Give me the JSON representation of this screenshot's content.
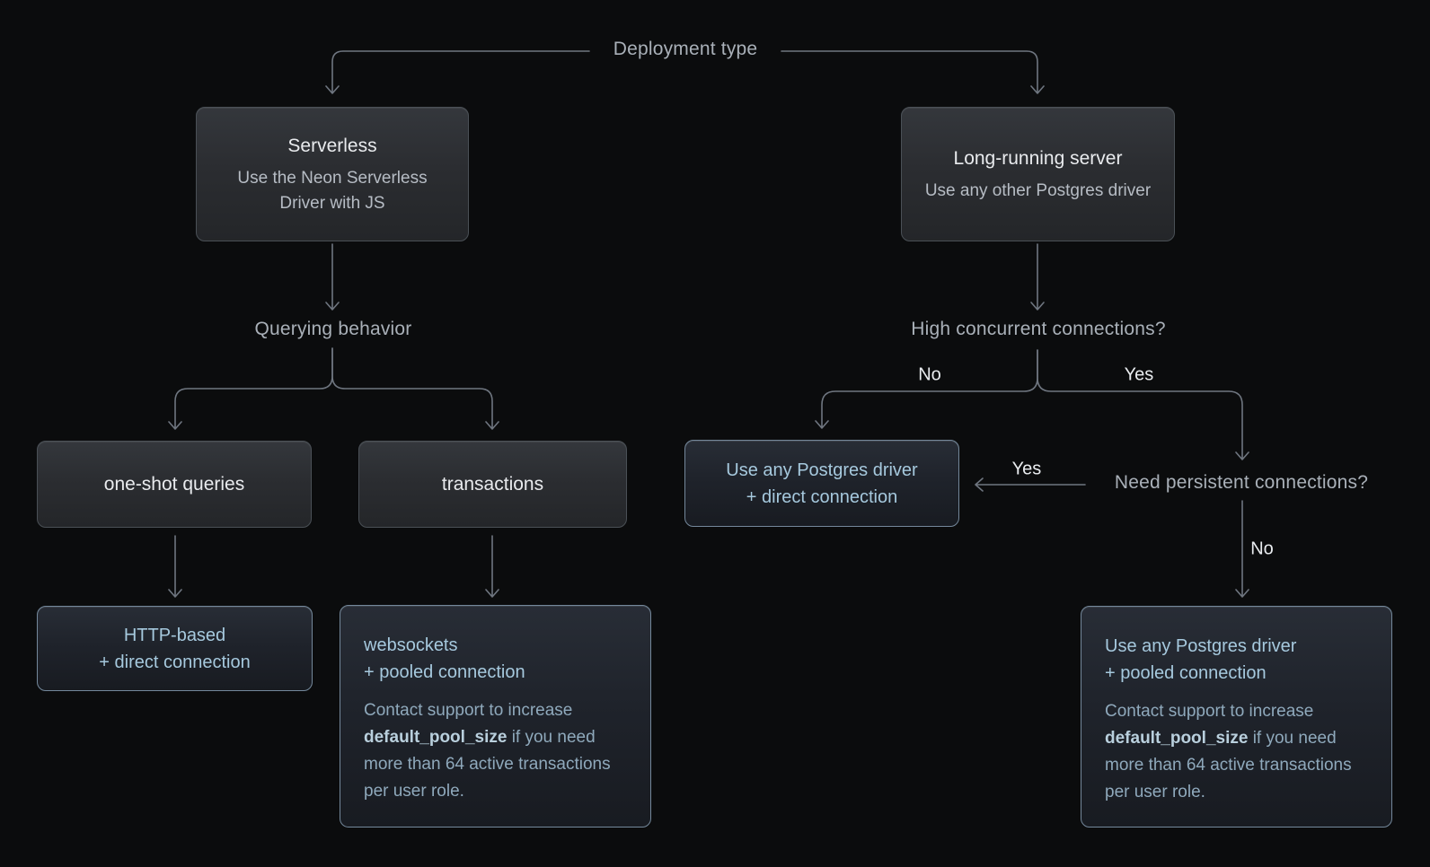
{
  "diagram": {
    "kind": "decision-flowchart",
    "topic": "Choosing a Postgres driver and connection type by deployment type"
  },
  "colors": {
    "background": "#0b0c0d",
    "connector_line": "#6f7680",
    "gray_node_border": "#4a5056",
    "gray_node_bg_top": "#34373c",
    "gray_node_bg_bottom": "#242629",
    "blue_node_border": "#74889b",
    "blue_node_bg_top": "#282d36",
    "blue_node_bg_bottom": "#181b21",
    "primary_text": "#e9ebee",
    "secondary_text": "#b6bcc4",
    "question_label_text": "#a9b0b8",
    "branch_label_text": "#e9ecef",
    "blue_text": "#a6c9de",
    "note_text": "#8fa9bc",
    "note_bold_text": "#b9cfdd"
  },
  "labels": {
    "deployment_type": "Deployment type",
    "querying_behavior": "Querying behavior",
    "high_concurrent": "High concurrent connections?",
    "need_persistent": "Need persistent connections?",
    "branch_no_1": "No",
    "branch_yes_1": "Yes",
    "branch_yes_2": "Yes",
    "branch_no_2": "No"
  },
  "nodes": {
    "serverless": {
      "title": "Serverless",
      "subtitle": "Use the Neon Serverless Driver with JS"
    },
    "long_running_server": {
      "title": "Long-running server",
      "subtitle": "Use any other Postgres driver"
    },
    "one_shot_queries": {
      "label": "one-shot queries"
    },
    "transactions": {
      "label": "transactions"
    },
    "http_direct": {
      "line1": "HTTP-based",
      "line2": "+ direct connection"
    },
    "websockets_pooled": {
      "line1": "websockets",
      "line2": "+ pooled connection",
      "note_pre": "Contact support to increase ",
      "note_bold": "default_pool_size",
      "note_post": " if you need more than 64 active transactions per user role."
    },
    "any_driver_direct": {
      "line1": "Use any Postgres driver",
      "line2": "+ direct connection"
    },
    "any_driver_pooled": {
      "line1": "Use any Postgres driver",
      "line2": "+ pooled connection",
      "note_pre": "Contact support to increase ",
      "note_bold": "default_pool_size",
      "note_post": " if you need more than 64 active transactions per user role."
    }
  }
}
